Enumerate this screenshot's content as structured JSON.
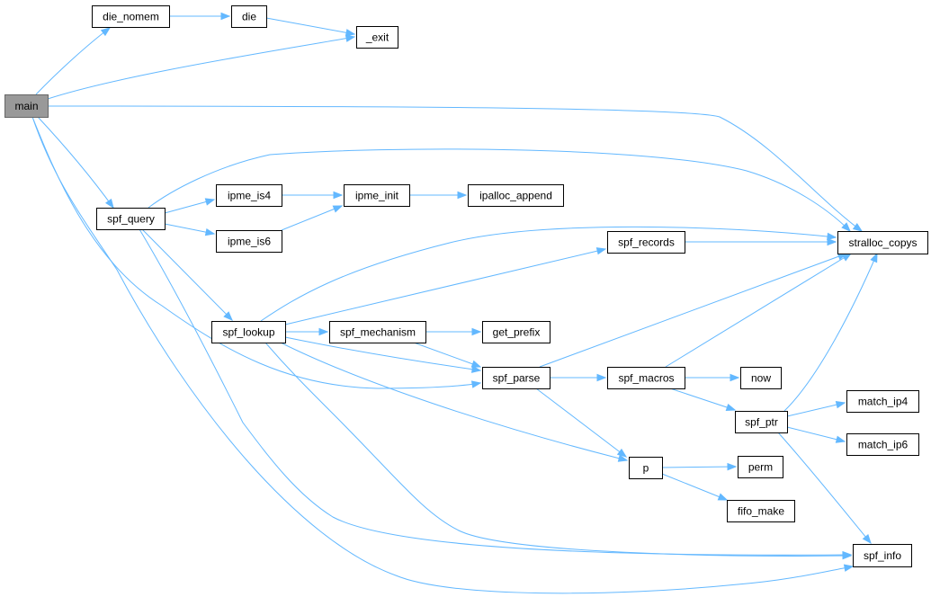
{
  "graph": {
    "colors": {
      "edge": "#63b8ff",
      "root_fill": "#999999",
      "node_fill": "#ffffff",
      "node_stroke": "#000000"
    },
    "nodes": [
      {
        "id": "main",
        "label": "main",
        "root": true
      },
      {
        "id": "die_nomem",
        "label": "die_nomem"
      },
      {
        "id": "die",
        "label": "die"
      },
      {
        "id": "_exit",
        "label": "_exit"
      },
      {
        "id": "spf_query",
        "label": "spf_query"
      },
      {
        "id": "ipme_is4",
        "label": "ipme_is4"
      },
      {
        "id": "ipme_is6",
        "label": "ipme_is6"
      },
      {
        "id": "ipme_init",
        "label": "ipme_init"
      },
      {
        "id": "ipalloc_append",
        "label": "ipalloc_append"
      },
      {
        "id": "stralloc_copys",
        "label": "stralloc_copys"
      },
      {
        "id": "spf_records",
        "label": "spf_records"
      },
      {
        "id": "spf_lookup",
        "label": "spf_lookup"
      },
      {
        "id": "spf_mechanism",
        "label": "spf_mechanism"
      },
      {
        "id": "get_prefix",
        "label": "get_prefix"
      },
      {
        "id": "spf_parse",
        "label": "spf_parse"
      },
      {
        "id": "spf_macros",
        "label": "spf_macros"
      },
      {
        "id": "now",
        "label": "now"
      },
      {
        "id": "spf_ptr",
        "label": "spf_ptr"
      },
      {
        "id": "match_ip4",
        "label": "match_ip4"
      },
      {
        "id": "match_ip6",
        "label": "match_ip6"
      },
      {
        "id": "p",
        "label": "p"
      },
      {
        "id": "perm",
        "label": "perm"
      },
      {
        "id": "fifo_make",
        "label": "fifo_make"
      },
      {
        "id": "spf_info",
        "label": "spf_info"
      }
    ],
    "edges": [
      [
        "main",
        "die_nomem"
      ],
      [
        "main",
        "_exit"
      ],
      [
        "main",
        "stralloc_copys"
      ],
      [
        "main",
        "spf_query"
      ],
      [
        "main",
        "spf_parse"
      ],
      [
        "main",
        "spf_info"
      ],
      [
        "die_nomem",
        "die"
      ],
      [
        "die",
        "_exit"
      ],
      [
        "spf_query",
        "stralloc_copys"
      ],
      [
        "spf_query",
        "ipme_is4"
      ],
      [
        "spf_query",
        "ipme_is6"
      ],
      [
        "spf_query",
        "spf_lookup"
      ],
      [
        "spf_query",
        "spf_info"
      ],
      [
        "ipme_is4",
        "ipme_init"
      ],
      [
        "ipme_is6",
        "ipme_init"
      ],
      [
        "ipme_init",
        "ipalloc_append"
      ],
      [
        "spf_records",
        "stralloc_copys"
      ],
      [
        "spf_lookup",
        "stralloc_copys"
      ],
      [
        "spf_lookup",
        "spf_records"
      ],
      [
        "spf_lookup",
        "spf_mechanism"
      ],
      [
        "spf_lookup",
        "spf_parse"
      ],
      [
        "spf_lookup",
        "p"
      ],
      [
        "spf_lookup",
        "spf_info"
      ],
      [
        "spf_mechanism",
        "get_prefix"
      ],
      [
        "spf_mechanism",
        "spf_parse"
      ],
      [
        "spf_parse",
        "stralloc_copys"
      ],
      [
        "spf_parse",
        "spf_macros"
      ],
      [
        "spf_parse",
        "p"
      ],
      [
        "spf_macros",
        "stralloc_copys"
      ],
      [
        "spf_macros",
        "now"
      ],
      [
        "spf_macros",
        "spf_ptr"
      ],
      [
        "spf_ptr",
        "stralloc_copys"
      ],
      [
        "spf_ptr",
        "match_ip4"
      ],
      [
        "spf_ptr",
        "match_ip6"
      ],
      [
        "spf_ptr",
        "spf_info"
      ],
      [
        "p",
        "perm"
      ],
      [
        "p",
        "fifo_make"
      ]
    ]
  }
}
